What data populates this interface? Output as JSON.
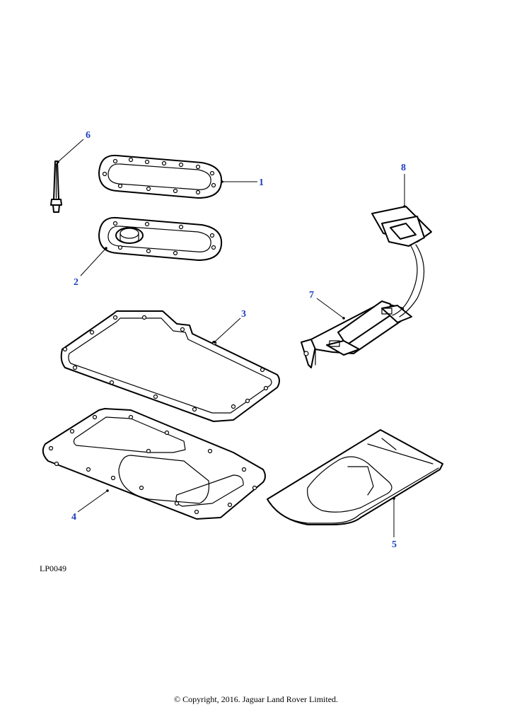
{
  "figure": {
    "reference": "LP0049",
    "copyright": "© Copyright, 2016. Jaguar Land Rover Limited.",
    "colors": {
      "callout": "#1f3fbf",
      "lines": "#000000",
      "background": "#ffffff"
    }
  },
  "callouts": [
    "1",
    "2",
    "3",
    "4",
    "5",
    "6",
    "7",
    "8"
  ]
}
